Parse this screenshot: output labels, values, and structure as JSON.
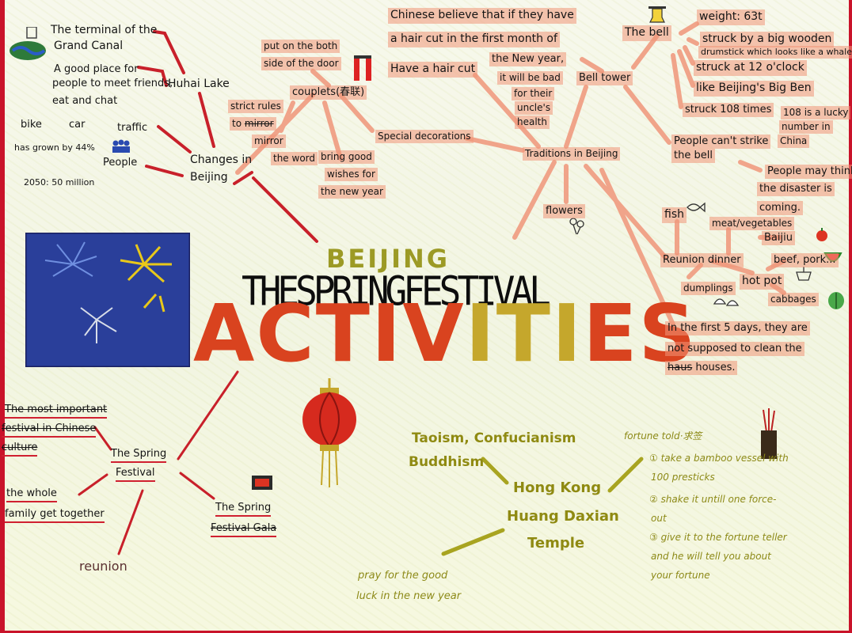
{
  "title": {
    "line1": "BEIJING",
    "line2": "THESPRINGFESTIVAL",
    "line3": "ACTIVITIES"
  },
  "huhai": {
    "terminal": "The terminal of the",
    "canal": "Grand Canal",
    "place1": "A good place for",
    "place2": "people to meet friends,",
    "place3": "eat and chat",
    "label": "Huhai Lake"
  },
  "changes": {
    "label1": "Changes in",
    "label2": "Beijing",
    "bike": "bike",
    "car": "car",
    "traffic": "traffic",
    "grown": "has grown by 44%",
    "people": "People",
    "y2050": "2050: 50 million"
  },
  "couplets": {
    "both1": "put on the both",
    "both2": "side of the door",
    "label": "couplets(春联)",
    "strict": "strict rules",
    "to": "to",
    "mirror_struck": "mirror",
    "mirror": "mirror",
    "word": "the word",
    "wishes1": "bring good",
    "wishes2": "wishes for",
    "wishes3": "the new year"
  },
  "haircut": {
    "belief1": "Chinese believe that if they have",
    "belief2": "a hair cut in the first month of",
    "belief3": "the New year,",
    "label": "Have a hair cut",
    "bad1": "it will be bad",
    "bad2": "for their",
    "bad3": "uncle's",
    "bad4": "health"
  },
  "special": "Special decorations",
  "traditions": "Traditions in Beijing",
  "flowers": "flowers",
  "bell": {
    "tower": "Bell tower",
    "label": "The bell",
    "weight": "weight: 63t",
    "struck1": "struck by a big wooden",
    "struck2": "drumstick which looks like a whale",
    "clock": "struck at 12 o'clock",
    "ben": "like Beijing's Big Ben",
    "times": "struck 108 times",
    "lucky1": "108 is a lucky",
    "lucky2": "number in",
    "lucky3": "China",
    "cant1": "People can't strike",
    "cant2": "the bell",
    "think1": "People may think",
    "think2": "the disaster is",
    "think3": "coming."
  },
  "dinner": {
    "label": "Reunion dinner",
    "fish": "fish",
    "meat": "meat/vegetables",
    "baijiu": "Baijiu",
    "beef": "beef, pork...",
    "dumplings": "dumplings",
    "hotpot": "hot pot",
    "cabbages": "cabbages"
  },
  "clean": {
    "line1a": "In the first",
    "line1b": "5",
    "line1c": "days, they are",
    "line2": "not supposed to clean the",
    "struck": "haus",
    "line3": "houses."
  },
  "festival": {
    "important1": "The most important",
    "important2": "festival in Chinese",
    "important3": "culture",
    "spring1": "The Spring",
    "spring2": "Festival",
    "family1": "the whole",
    "family2": "family get together",
    "reunion": "reunion",
    "gala1": "The Spring",
    "gala2": "Festival Gala"
  },
  "temple": {
    "religions1": "Taoism, Confucianism",
    "religions2": "Buddhism",
    "hk": "Hong Kong",
    "wong": "Huang Daxian",
    "temple": "Temple",
    "pray1": "pray for the good",
    "pray2": "luck in the new year",
    "fortune": "fortune told·求签",
    "step1a": "① take a bamboo vessel with",
    "step1b": "100 presticks",
    "step2a": "② shake it untill one force-",
    "step2b": "out",
    "step3a": "③ give it to the fortune teller",
    "step3b": "and he will tell you about",
    "step3c": "your fortune"
  },
  "colors": {
    "red": "#c9132a",
    "highlight": "#f0967a",
    "olive": "#8f8a12",
    "navy": "#2a3f9a"
  },
  "icons": [
    "bell-icon",
    "lantern-icon",
    "fireworks-icon",
    "canal-icon",
    "people-icon",
    "couplet-icon",
    "fish-icon",
    "apple-icon",
    "watermelon-icon",
    "cabbage-icon",
    "bamboo-vessel-icon",
    "tv-icon",
    "hotpot-icon",
    "dumplings-icon",
    "flowers-icon"
  ]
}
